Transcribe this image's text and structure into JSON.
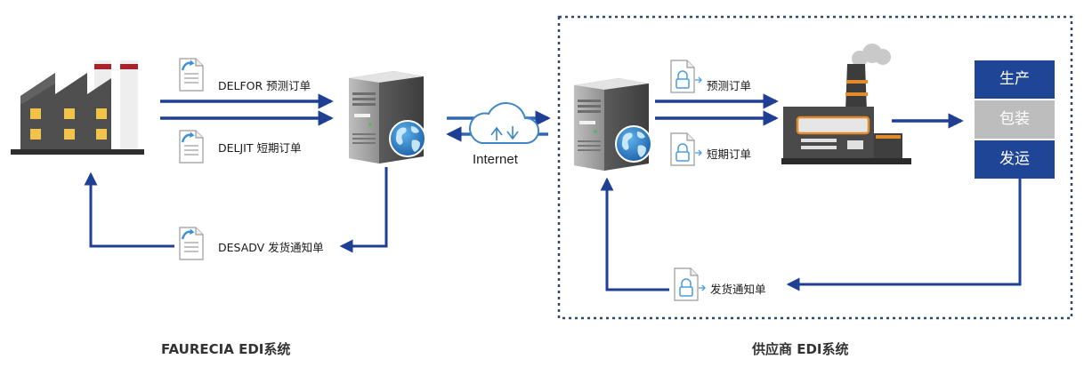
{
  "left": {
    "messages": {
      "delfor": "DELFOR 预测订单",
      "deljit": "DELJIT 短期订单",
      "desadv": "DESADV 发货通知单"
    },
    "system_label": "FAURECIA EDI系统"
  },
  "network": {
    "label": "Internet"
  },
  "right": {
    "messages": {
      "forecast": "预测订单",
      "short_term": "短期订单",
      "dispatch": "发货通知单"
    },
    "process": [
      "生产",
      "包装",
      "发运"
    ],
    "system_label": "供应商 EDI系统"
  },
  "colors": {
    "arrow": "#1f3f95",
    "process_blue": "#1f4696",
    "process_grey": "#bdbdbd",
    "frame": "#2c4a6e",
    "cloud": "#3f86c6"
  },
  "icons": [
    "factory-icon",
    "document-icon",
    "server-icon",
    "globe-icon",
    "cloud-icon",
    "lock-document-icon",
    "plant-icon"
  ]
}
